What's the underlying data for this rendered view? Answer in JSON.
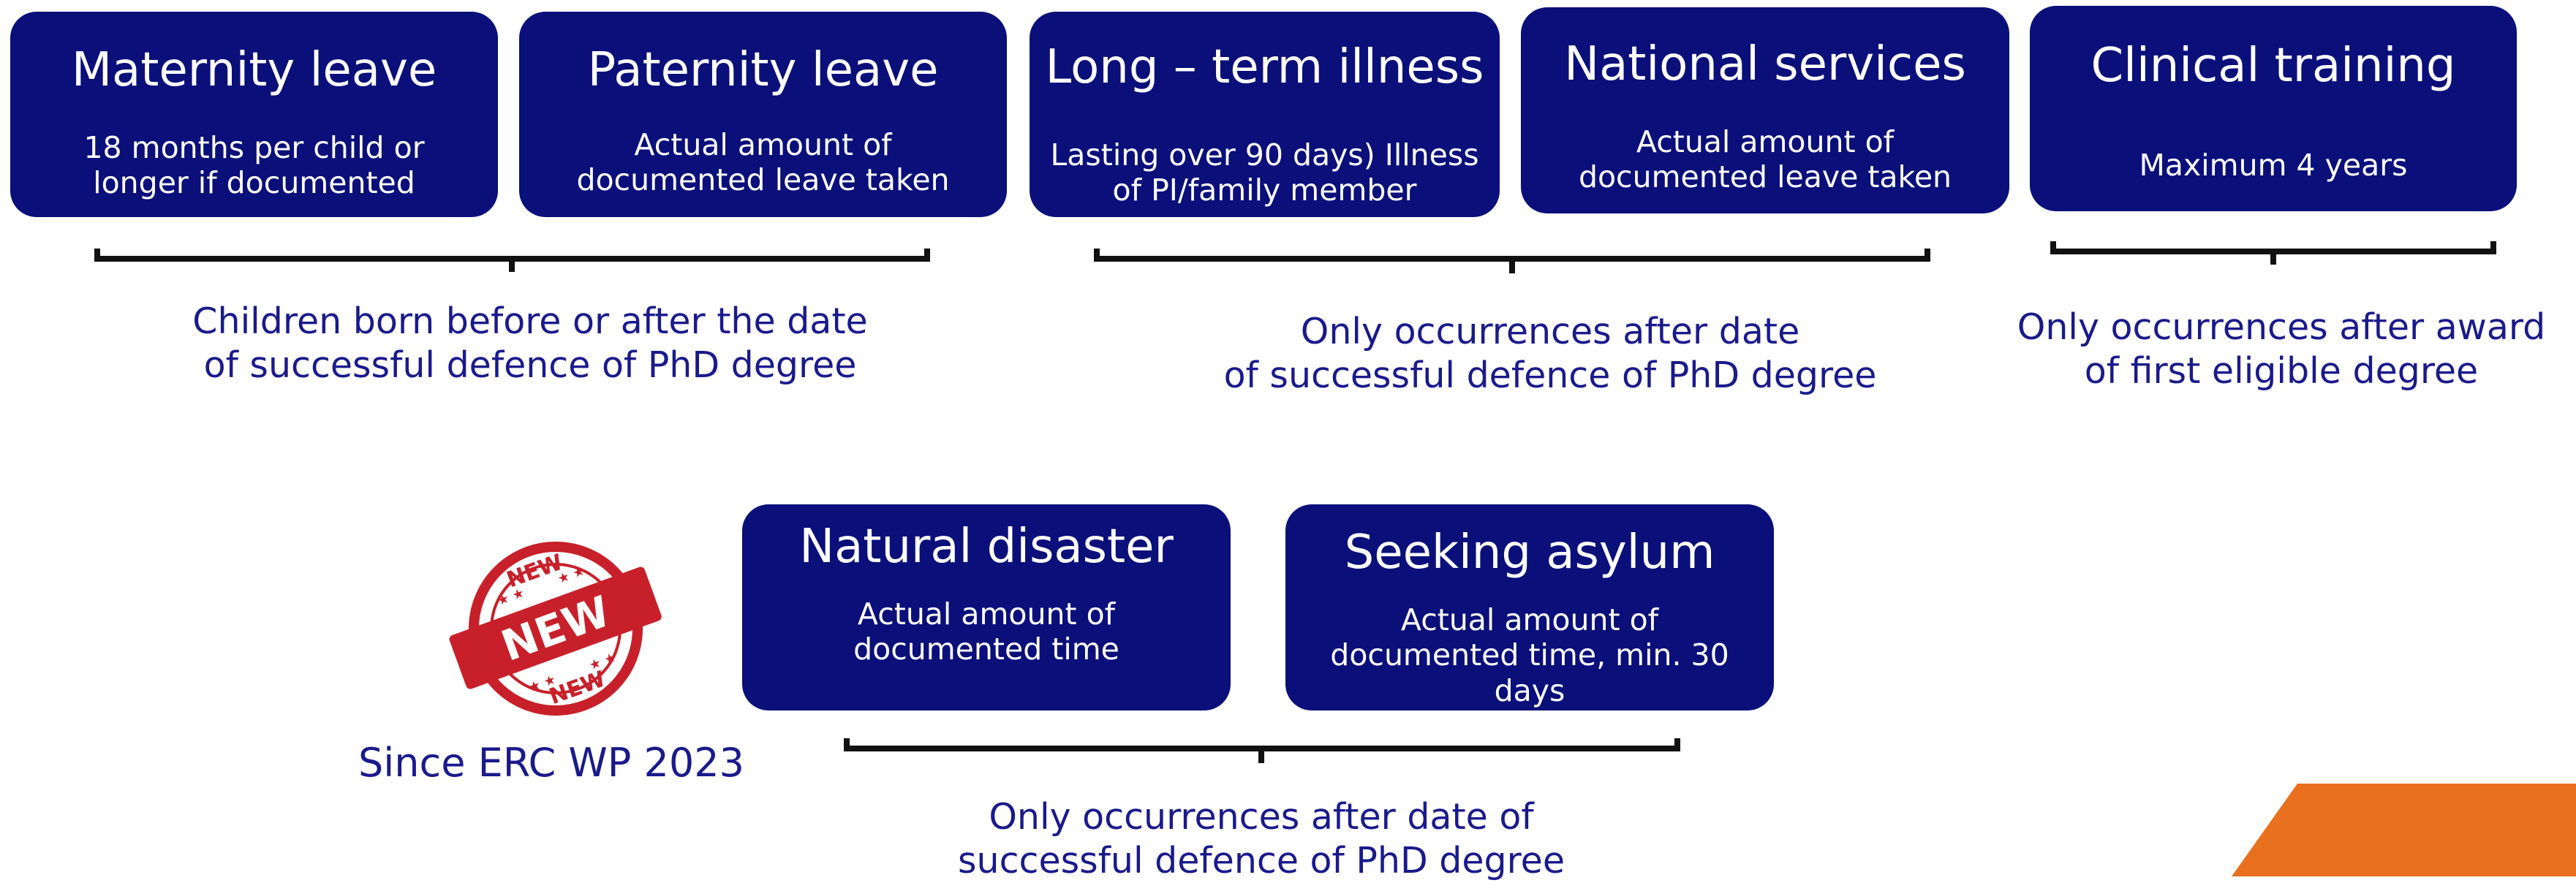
{
  "cards": {
    "maternity": {
      "title": "Maternity leave",
      "desc": "18 months per child or longer if documented"
    },
    "paternity": {
      "title": "Paternity leave",
      "desc": "Actual amount of documented leave taken"
    },
    "illness": {
      "title": "Long – term illness",
      "desc": "Lasting over 90 days) Illness of PI/family member"
    },
    "national": {
      "title": "National services",
      "desc": "Actual amount of documented leave taken"
    },
    "clinical": {
      "title": "Clinical training",
      "desc": "Maximum 4 years"
    },
    "disaster": {
      "title": "Natural disaster",
      "desc": "Actual amount of documented time"
    },
    "asylum": {
      "title": "Seeking asylum",
      "desc": "Actual amount of documented time, min. 30 days"
    }
  },
  "captions": {
    "group1": {
      "line1": "Children born before or after the date",
      "line2": "of successful defence of PhD degree"
    },
    "group2": {
      "line1": "Only occurrences after date",
      "line2": "of successful defence of PhD degree"
    },
    "group3": {
      "line1": "Only occurrences after award",
      "line2": "of first eligible degree"
    },
    "group4": {
      "line1": "Only occurrences after date of",
      "line2": "successful defence of PhD degree"
    }
  },
  "since_label": "Since ERC WP 2023",
  "stamp": {
    "top_text": "NEW",
    "center_text": "NEW",
    "bottom_text": "NEW",
    "icon": "new-stamp-icon"
  },
  "colors": {
    "card_bg": "#0a0f7a",
    "caption_text": "#1a1a8c",
    "stamp_red": "#c8202a",
    "corner_accent": "#e8701e"
  }
}
